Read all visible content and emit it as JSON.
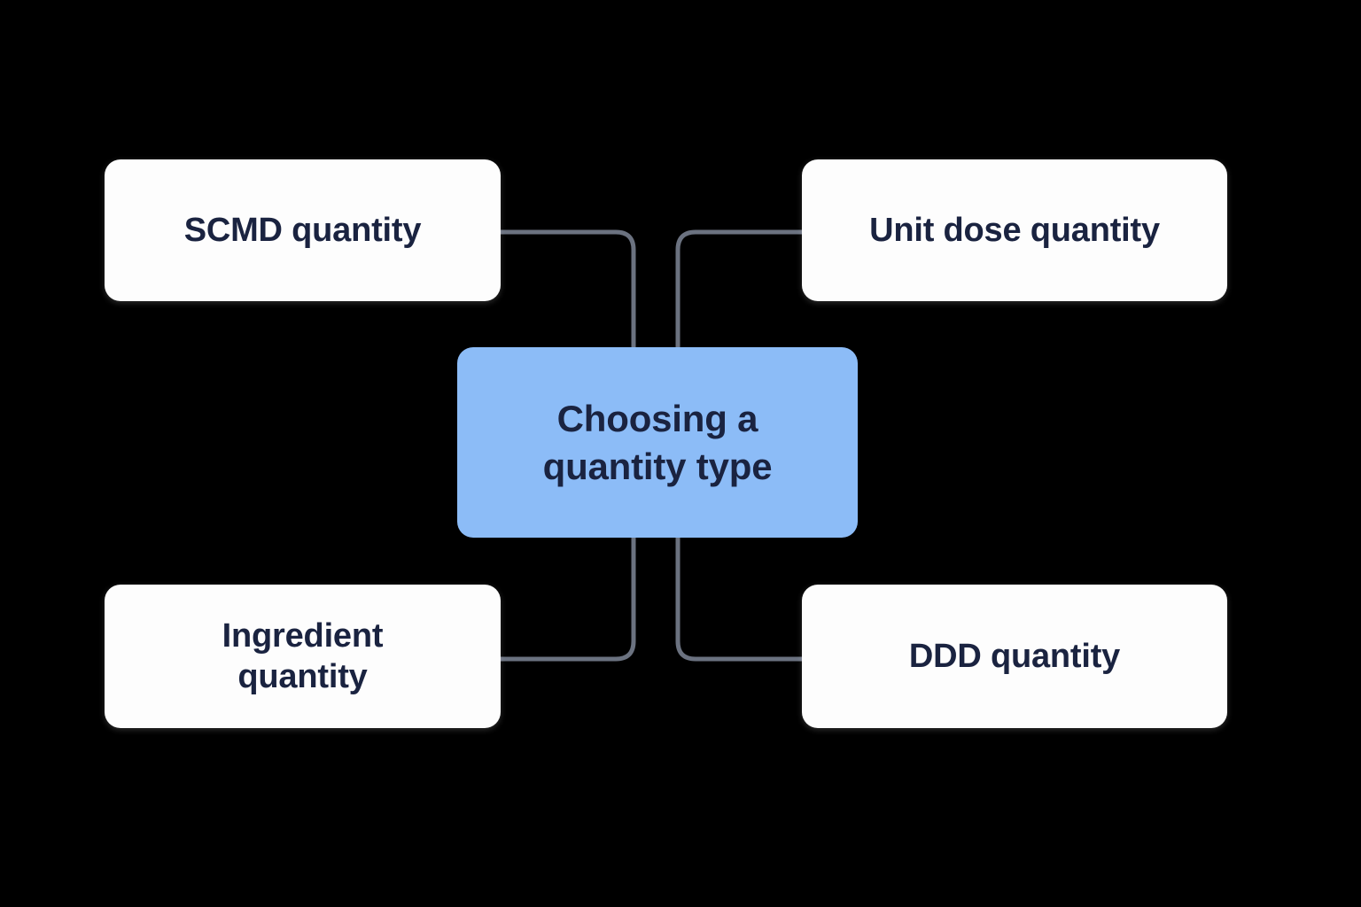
{
  "diagram": {
    "title": "Choosing a quantity type",
    "type": "mind-map",
    "center": {
      "id": "center",
      "label": "Choosing a\nquantity type",
      "fill": "#8cbcf7",
      "text_color": "#1a2340"
    },
    "nodes": [
      {
        "id": "scmd",
        "label": "SCMD quantity",
        "position": "top-left",
        "fill": "#fdfdfd",
        "text_color": "#1a2340"
      },
      {
        "id": "unit-dose",
        "label": "Unit dose quantity",
        "position": "top-right",
        "fill": "#fdfdfd",
        "text_color": "#1a2340"
      },
      {
        "id": "ingredient",
        "label": "Ingredient\nquantity",
        "position": "bottom-left",
        "fill": "#fdfdfd",
        "text_color": "#1a2340"
      },
      {
        "id": "ddd",
        "label": "DDD quantity",
        "position": "bottom-right",
        "fill": "#fdfdfd",
        "text_color": "#1a2340"
      }
    ],
    "edges": [
      {
        "from": "scmd",
        "to": "center",
        "style": "elbow",
        "color": "#6b7280"
      },
      {
        "from": "unit-dose",
        "to": "center",
        "style": "elbow",
        "color": "#6b7280"
      },
      {
        "from": "ingredient",
        "to": "center",
        "style": "elbow",
        "color": "#6b7280"
      },
      {
        "from": "ddd",
        "to": "center",
        "style": "elbow",
        "color": "#6b7280"
      }
    ],
    "background": "#000000",
    "edge_color": "#6b7280",
    "edge_width": 5
  }
}
